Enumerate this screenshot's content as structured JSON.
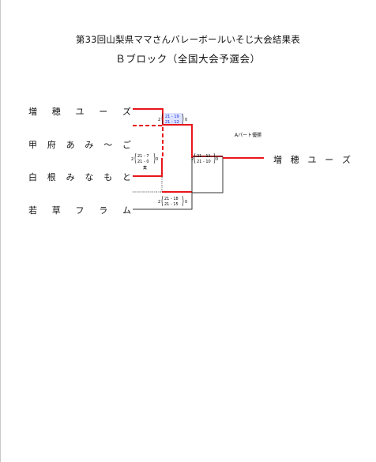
{
  "title": "第33回山梨県ママさんバレーボールいそじ大会結果表",
  "subtitle": "Ｂブロック（全国大会予選会）",
  "teams": [
    [
      "増",
      "穂",
      "ユ",
      "ー",
      "ズ"
    ],
    [
      "甲",
      "府",
      "あ",
      "み",
      "～",
      "ご"
    ],
    [
      "白",
      "根",
      "み",
      "な",
      "も",
      "と"
    ],
    [
      "若",
      "草",
      "フ",
      "ラ",
      "ム"
    ]
  ],
  "winner": [
    "増",
    "穂",
    "ユ",
    "ー",
    "ズ"
  ],
  "note": "Aパート優勝",
  "matches": {
    "m1": {
      "left_sets": "2",
      "right_sets": "0",
      "set1": "21 - 19",
      "set2": "21 - 12"
    },
    "m2": {
      "left_sets": "2",
      "right_sets": "0",
      "set1": "21 - 7",
      "set2": "21 - 0",
      "mark": "棄"
    },
    "m3": {
      "left_sets": "2",
      "right_sets": "0",
      "set1": "21 - 18",
      "set2": "21 - 15"
    },
    "final": {
      "left_sets": "2",
      "right_sets": "0",
      "set1": "21 - 11",
      "set2": "21 - 10"
    }
  },
  "colors": {
    "win_line": "#e8161b",
    "lose_line": "#333333",
    "highlight": "#1c2fd6"
  }
}
